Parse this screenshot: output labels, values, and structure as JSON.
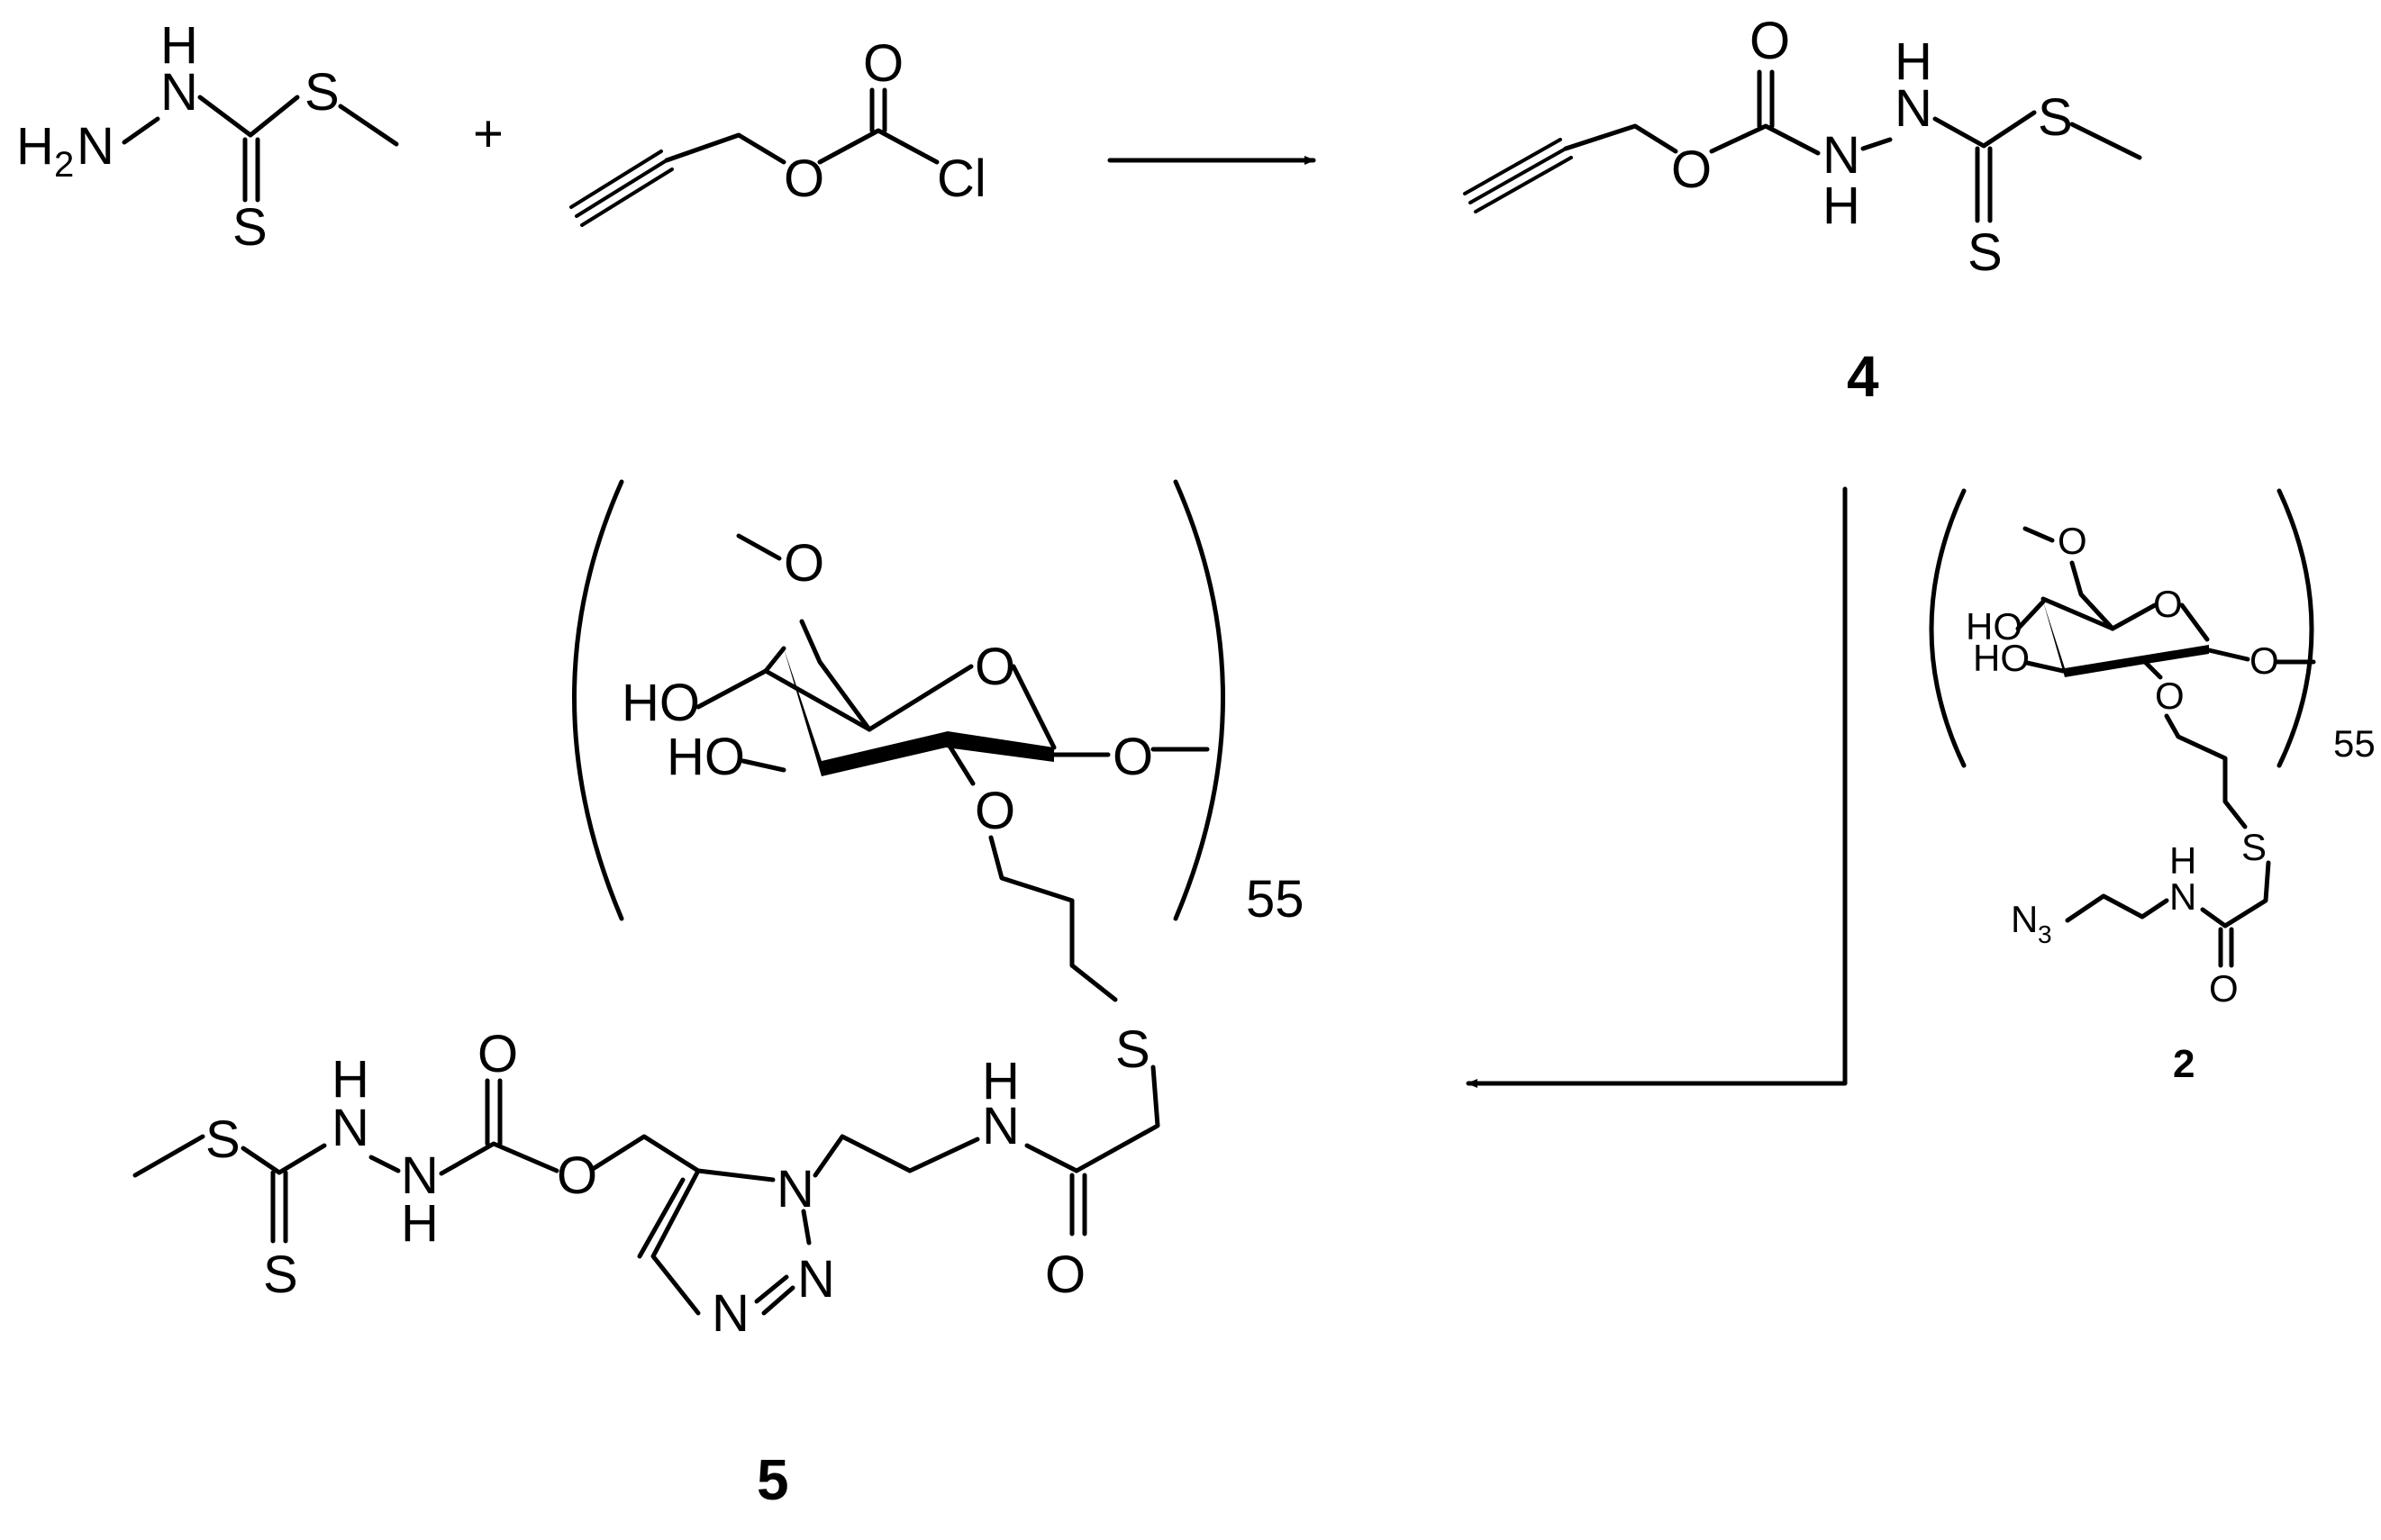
{
  "reactant_1": {
    "atoms": [
      "H",
      "N",
      "H",
      "N",
      "S",
      "S"
    ],
    "h2_prefix": "H",
    "h2_sub": "2"
  },
  "plus_sign": "+",
  "reactant_2": {
    "atoms": [
      "O",
      "O",
      "Cl"
    ]
  },
  "product_4": {
    "atoms": [
      "O",
      "O",
      "H",
      "N",
      "N",
      "H",
      "S",
      "S"
    ],
    "label": "4"
  },
  "polymer_repeat": {
    "count": "55",
    "atoms": [
      "O",
      "O",
      "O",
      "O",
      "S",
      "H",
      "N",
      "O"
    ],
    "hydroxyls": [
      "HO",
      "HO"
    ]
  },
  "reagent_2": {
    "atoms": [
      "O",
      "O",
      "O",
      "O",
      "S",
      "H",
      "N",
      "O"
    ],
    "hydroxyls": [
      "HO",
      "HO"
    ],
    "azide_prefix": "N",
    "azide_sub": "3",
    "count": "55",
    "label": "2"
  },
  "product_5": {
    "atoms": [
      "S",
      "H",
      "N",
      "N",
      "H",
      "O",
      "O",
      "N",
      "N",
      "N",
      "S"
    ],
    "label": "5"
  }
}
